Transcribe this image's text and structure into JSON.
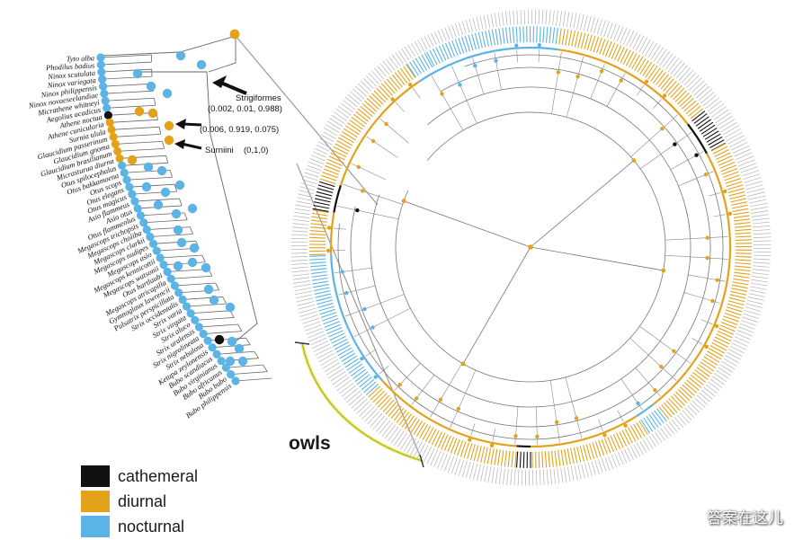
{
  "colors": {
    "cathemeral": "#111111",
    "diurnal": "#E3A21A",
    "nocturnal": "#5BB4E5",
    "branch": "#666666"
  },
  "left_tree": {
    "species": [
      "Tyto alba",
      "Phodilus badius",
      "Ninox scutulata",
      "Ninox variegata",
      "Ninox philippensis",
      "Ninox novaeseelandiae",
      "Micrathene whitneyi",
      "Aegolius acadicus",
      "Athene noctua",
      "Athene cunicularia",
      "Surnia ulula",
      "Glaucidium passerinum",
      "Glaucidium gnoma",
      "Glaucidium brasilianum",
      "Micrasturua diurna",
      "Otus spilocephalus",
      "Otus bakkamoena",
      "Otus scops",
      "Otus elegans",
      "Otus magicus",
      "Asio flammeus",
      "Asio otus",
      "Otus flammeolus",
      "Megascops trichopsis",
      "Megascops choliba",
      "Megascops clarkii",
      "Megascops nudipes",
      "Megascops asio",
      "Megascops kennicottii",
      "Megascops watsonii",
      "Otus hartlaubi",
      "Megascops atricapilla",
      "Gymnoglaux lawrencii",
      "Pulsatrix perspicillata",
      "Strix occidentalis",
      "Strix varia",
      "Strix virgata",
      "Strix aluco",
      "Strix uralensis",
      "Strix nigrolineata",
      "Strix nebulosa",
      "Ketupa zeylonensis",
      "Bubo scandiacus",
      "Bubo virginianus",
      "Bubo africanus",
      "Bubo bubo",
      "Bubo philippensis"
    ],
    "tip_states": [
      "nocturnal",
      "nocturnal",
      "nocturnal",
      "nocturnal",
      "nocturnal",
      "nocturnal",
      "nocturnal",
      "nocturnal",
      "cathemeral",
      "diurnal",
      "diurnal",
      "diurnal",
      "diurnal",
      "diurnal",
      "diurnal",
      "nocturnal",
      "nocturnal",
      "nocturnal",
      "nocturnal",
      "nocturnal",
      "nocturnal",
      "nocturnal",
      "nocturnal",
      "nocturnal",
      "nocturnal",
      "nocturnal",
      "nocturnal",
      "nocturnal",
      "nocturnal",
      "nocturnal",
      "nocturnal",
      "nocturnal",
      "nocturnal",
      "nocturnal",
      "nocturnal",
      "nocturnal",
      "nocturnal",
      "nocturnal",
      "nocturnal",
      "nocturnal",
      "nocturnal",
      "nocturnal",
      "nocturnal",
      "nocturnal",
      "nocturnal",
      "nocturnal",
      "nocturnal"
    ],
    "node_states": [
      "nocturnal",
      "nocturnal",
      "nocturnal",
      "nocturnal",
      "nocturnal",
      "diurnal",
      "diurnal",
      "diurnal",
      "diurnal",
      "diurnal",
      "nocturnal",
      "nocturnal",
      "nocturnal",
      "nocturnal",
      "nocturnal",
      "nocturnal",
      "nocturnal",
      "nocturnal",
      "nocturnal",
      "nocturnal",
      "nocturnal",
      "nocturnal",
      "nocturnal",
      "nocturnal",
      "nocturnal",
      "nocturnal",
      "nocturnal",
      "cathemeral",
      "nocturnal",
      "nocturnal",
      "nocturnal",
      "nocturnal"
    ],
    "root_state": "diurnal",
    "callouts": [
      {
        "label": "Strigiformes",
        "values": "(0.002, 0.01, 0.988)"
      },
      {
        "label": "",
        "values": "(0.006, 0.919, 0.075)"
      },
      {
        "label": "Surniini",
        "values": "(0,1,0)"
      }
    ]
  },
  "circular_tree": {
    "sectors": [
      {
        "from_deg": -118,
        "to_deg": -82,
        "state": "nocturnal"
      },
      {
        "from_deg": -82,
        "to_deg": -38,
        "state": "diurnal"
      },
      {
        "from_deg": -38,
        "to_deg": -28,
        "state": "cathemeral"
      },
      {
        "from_deg": -28,
        "to_deg": 52,
        "state": "diurnal"
      },
      {
        "from_deg": 52,
        "to_deg": 58,
        "state": "nocturnal"
      },
      {
        "from_deg": 58,
        "to_deg": 90,
        "state": "diurnal"
      },
      {
        "from_deg": 90,
        "to_deg": 94,
        "state": "cathemeral"
      },
      {
        "from_deg": 94,
        "to_deg": 138,
        "state": "diurnal"
      },
      {
        "from_deg": 138,
        "to_deg": 178,
        "state": "nocturnal"
      },
      {
        "from_deg": 178,
        "to_deg": 190,
        "state": "diurnal"
      },
      {
        "from_deg": 190,
        "to_deg": 198,
        "state": "cathemeral"
      },
      {
        "from_deg": 198,
        "to_deg": 236,
        "state": "diurnal"
      },
      {
        "from_deg": 236,
        "to_deg": 242,
        "state": "nocturnal"
      }
    ],
    "owls_label": "owls"
  },
  "legend": [
    {
      "label": "cathemeral",
      "state": "cathemeral"
    },
    {
      "label": "diurnal",
      "state": "diurnal"
    },
    {
      "label": "nocturnal",
      "state": "nocturnal"
    }
  ],
  "watermark": "答案在这儿"
}
